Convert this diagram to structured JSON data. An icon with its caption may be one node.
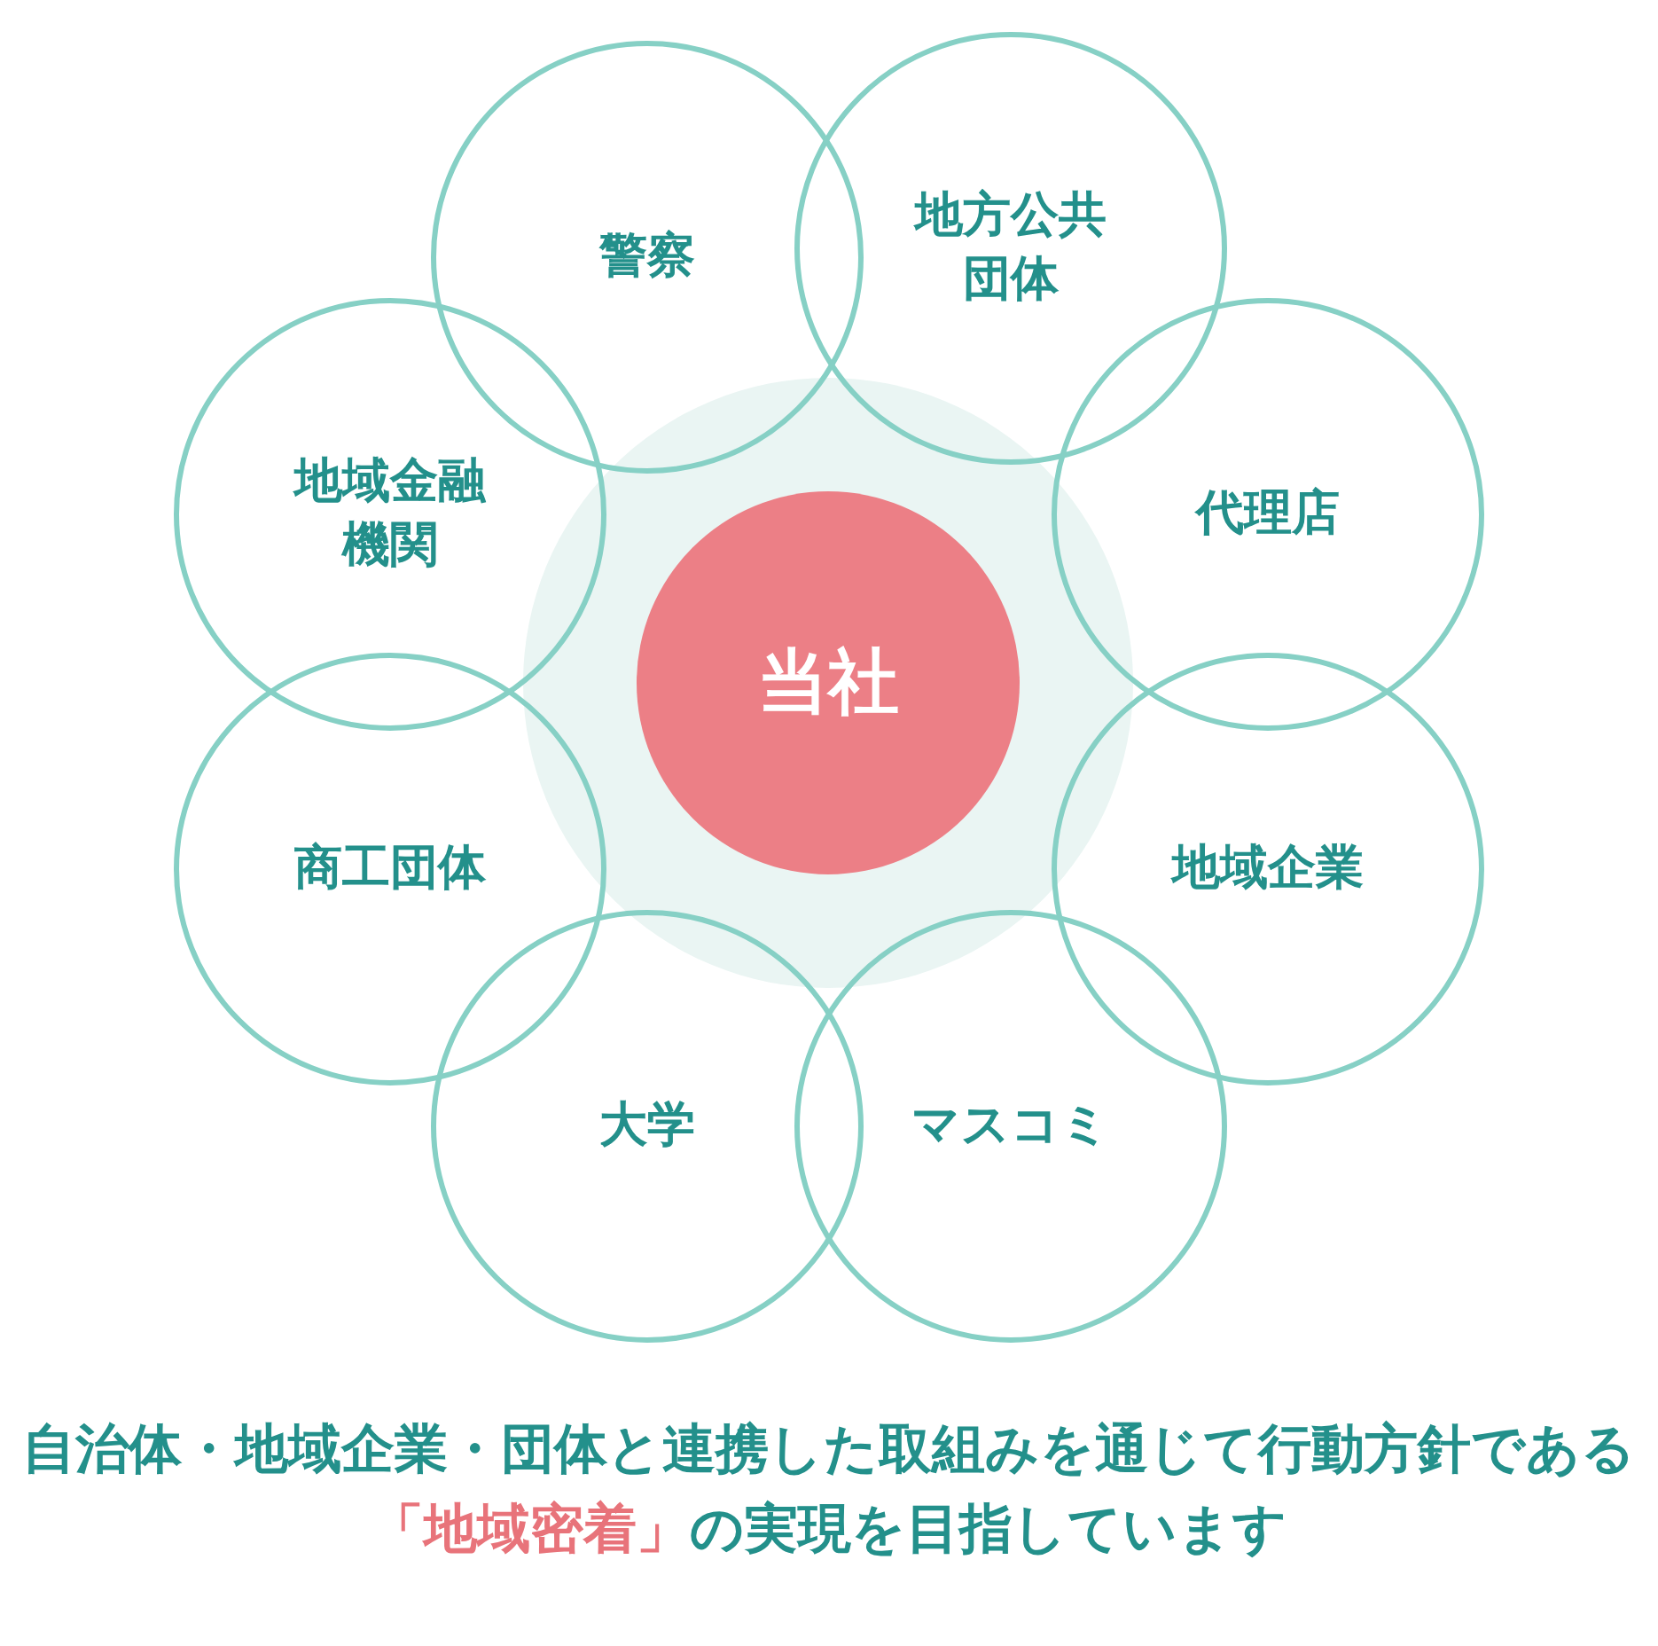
{
  "diagram": {
    "caption": "自治体・地域企業・団体と連携した取組みを通じて行動方針である**「地域密着」**の実現を目指しています",
    "nodes": [
      {
        "text": [
          "警察"
        ]
      },
      {
        "text": [
          "地方公共団体"
        ]
      },
      {
        "text": [
          "地域金融機関"
        ]
      },
      {
        "text": [
          "代理店"
        ]
      },
      {
        "text": [
          "当社"
        ]
      },
      {
        "text": [
          "商工団体"
        ]
      },
      {
        "text": [
          "地域企業"
        ]
      },
      {
        "text": [
          "大学"
        ]
      },
      {
        "text": [
          "マスコミ"
        ]
      }
    ]
  }
}
